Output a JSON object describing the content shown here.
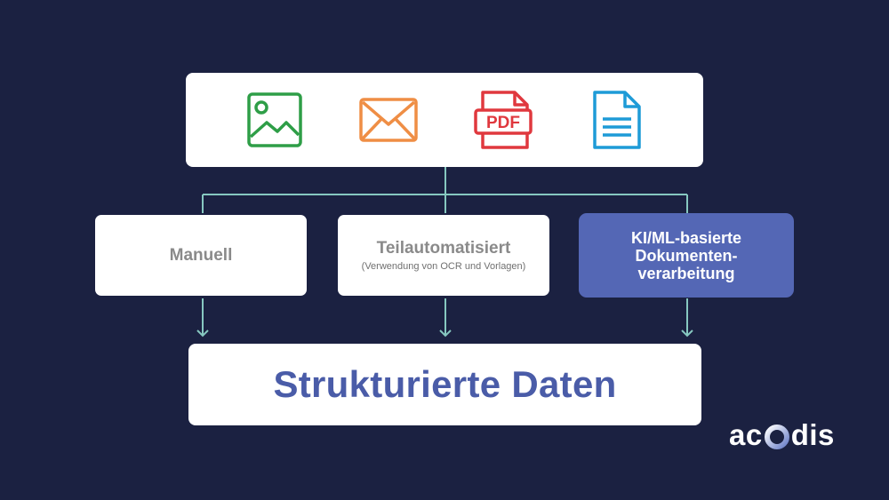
{
  "sources": {
    "image": {
      "icon": "image-icon",
      "color": "#2e9e47"
    },
    "mail": {
      "icon": "mail-icon",
      "color": "#ef8e45"
    },
    "pdf": {
      "icon": "pdf-icon",
      "color": "#e0383e",
      "label": "PDF"
    },
    "document": {
      "icon": "document-icon",
      "color": "#1e9bd7"
    }
  },
  "methods": [
    {
      "title": "Manuell"
    },
    {
      "title": "Teilautomatisiert",
      "subtitle": "(Verwendung von OCR und Vorlagen)"
    },
    {
      "title": "KI/ML-basierte Dokumenten-verarbeitung"
    }
  ],
  "result": {
    "title": "Strukturierte Daten"
  },
  "logo": {
    "before": "ac",
    "after": "dis"
  },
  "colors": {
    "background": "#1b2141",
    "connector": "#86c8c0",
    "highlight": "#5467b5",
    "result_text": "#4a5ca8"
  }
}
